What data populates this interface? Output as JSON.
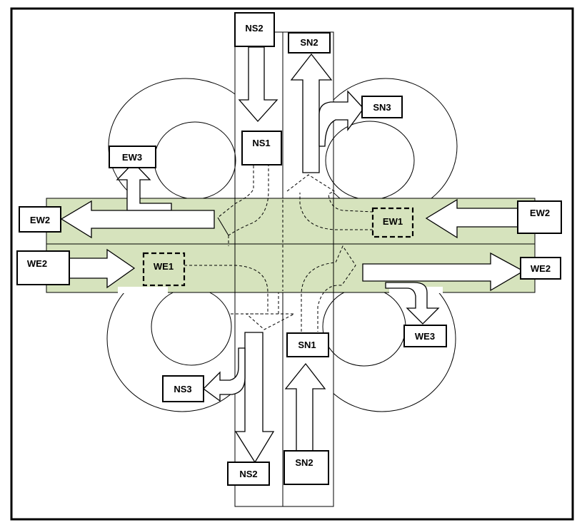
{
  "colors": {
    "road_fill": "#d6e3bd",
    "stroke": "#000000",
    "background": "#ffffff"
  },
  "labels": {
    "ns2_top": "NS2",
    "sn2_top": "SN2",
    "sn3": "SN3",
    "ns1": "NS1",
    "ew3": "EW3",
    "ew2_left": "EW2",
    "ew2_right": "EW2",
    "ew1": "EW1",
    "we2_left": "WE2",
    "we1": "WE1",
    "we2_right": "WE2",
    "we3": "WE3",
    "sn1": "SN1",
    "ns3": "NS3",
    "ns2_bottom": "NS2",
    "sn2_bottom": "SN2"
  }
}
